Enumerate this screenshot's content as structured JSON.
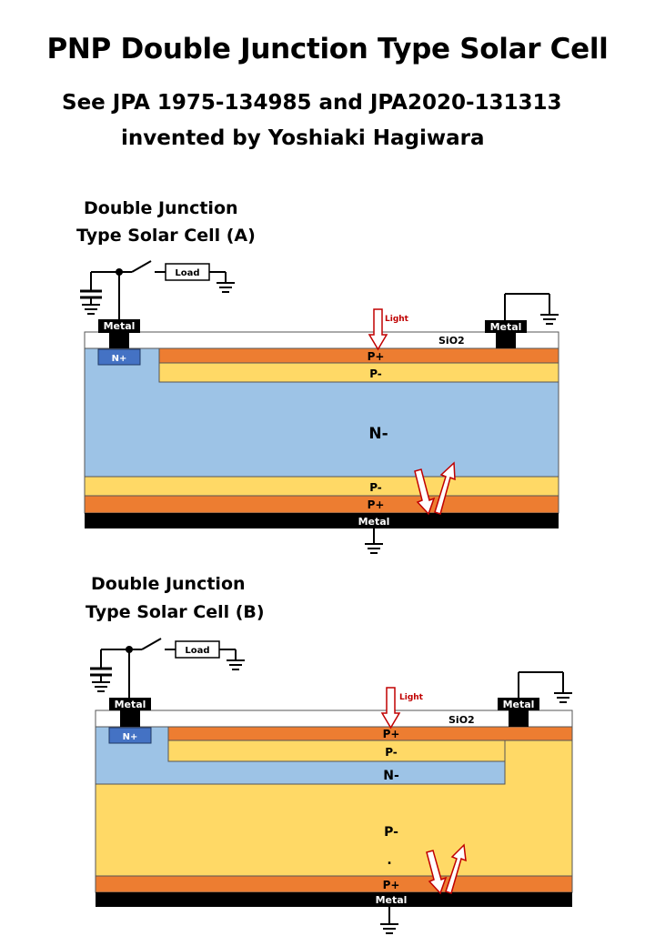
{
  "header": {
    "title": "PNP Double Junction Type Solar Cell",
    "subtitle_line1": "See JPA 1975-134985 and JPA2020-131313",
    "subtitle_line2": "invented by Yoshiaki Hagiwara"
  },
  "diagram_a": {
    "title_line1": "Double Junction",
    "title_line2": "Type Solar Cell (A)",
    "load": "Load",
    "metal_left": "Metal",
    "metal_right": "Metal",
    "metal_bottom": "Metal",
    "light": "Light",
    "sio2": "SiO2",
    "n_plus": "N+",
    "p_plus_top": "P+",
    "p_minus_top": "P-",
    "n_minus": "N-",
    "p_minus_bottom": "P-",
    "p_plus_bottom": "P+"
  },
  "diagram_b": {
    "title_line1": "Double Junction",
    "title_line2": "Type Solar Cell (B)",
    "load": "Load",
    "metal_left": "Metal",
    "metal_right": "Metal",
    "metal_bottom": "Metal",
    "light": "Light",
    "sio2": "SiO2",
    "n_plus": "N+",
    "p_plus_top": "P+",
    "p_minus_top": "P-",
    "n_minus": "N-",
    "p_minus_main": "P-",
    "dot": ".",
    "p_plus_bottom": "P+"
  },
  "colors": {
    "n_region": "#9dc3e6",
    "n_plus": "#4472c4",
    "p_minus": "#ffd966",
    "p_plus": "#ed7d31",
    "metal": "#000000",
    "light_label": "#c00000",
    "arrow": "#c00000"
  }
}
